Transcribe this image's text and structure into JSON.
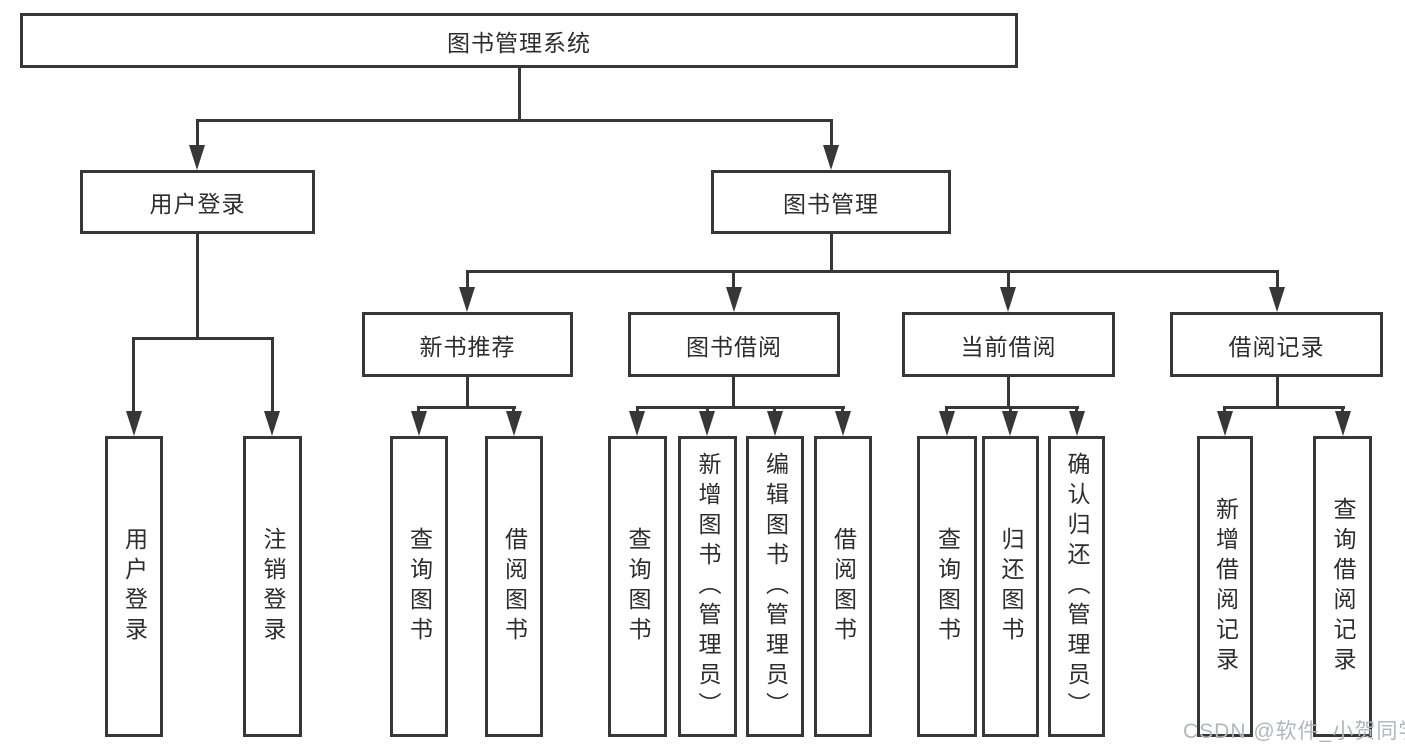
{
  "diagram_title": "图书管理系统",
  "tree": {
    "label": "图书管理系统",
    "children": [
      {
        "label": "用户登录",
        "children": [
          {
            "label": "用户登录"
          },
          {
            "label": "注销登录"
          }
        ]
      },
      {
        "label": "图书管理",
        "children": [
          {
            "label": "新书推荐",
            "children": [
              {
                "label": "查询图书"
              },
              {
                "label": "借阅图书"
              }
            ]
          },
          {
            "label": "图书借阅",
            "children": [
              {
                "label": "查询图书"
              },
              {
                "label": "新增图书（管理员）"
              },
              {
                "label": "编辑图书（管理员）"
              },
              {
                "label": "借阅图书"
              }
            ]
          },
          {
            "label": "当前借阅",
            "children": [
              {
                "label": "查询图书"
              },
              {
                "label": "归还图书"
              },
              {
                "label": "确认归还（管理员）"
              }
            ]
          },
          {
            "label": "借阅记录",
            "children": [
              {
                "label": "新增借阅记录"
              },
              {
                "label": "查询借阅记录"
              }
            ]
          }
        ]
      }
    ]
  },
  "watermark": {
    "text": "CSDN @软件_小贺同学"
  },
  "colors": {
    "line": "#373737",
    "node_border": "#373737",
    "node_text": "#2d2d2d",
    "watermark_text": "#b2b6bd",
    "background": "#ffffff"
  }
}
